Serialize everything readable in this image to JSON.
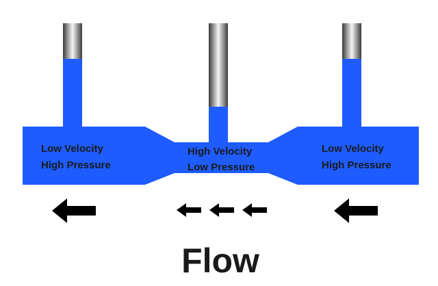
{
  "diagram": {
    "regions": [
      {
        "line1": "Low Velocity",
        "line2": "High Pressure"
      },
      {
        "line1": "High Velocity",
        "line2": "Low Pressure"
      },
      {
        "line1": "Low Velocity",
        "line2": "High Pressure"
      }
    ],
    "flow_label": "Flow",
    "colors": {
      "fluid": "#1e5cff",
      "label_text": "#1a1a1a",
      "arrow": "#000000",
      "tube_light": "#f4f4f4",
      "tube_dark": "#3a3a3a"
    }
  }
}
